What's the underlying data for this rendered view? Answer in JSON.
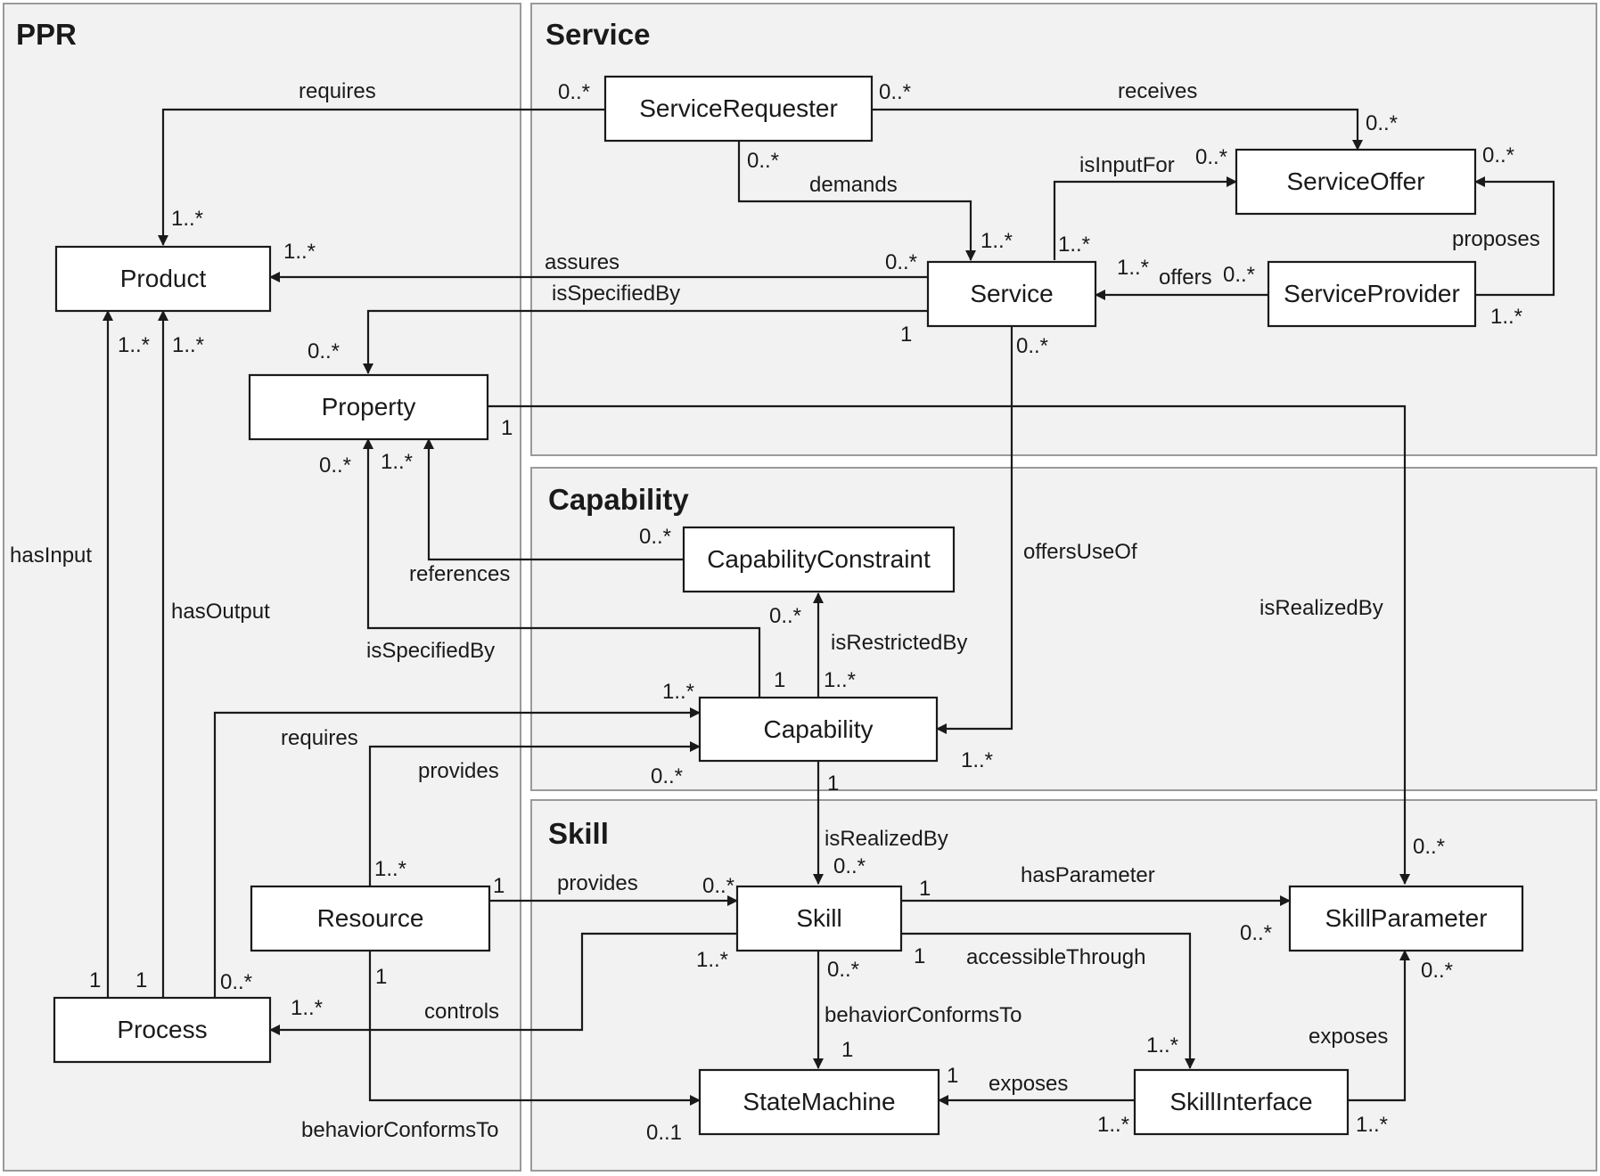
{
  "packages": {
    "ppr": "PPR",
    "service": "Service",
    "capability": "Capability",
    "skill": "Skill"
  },
  "classes": {
    "service_requester": "ServiceRequester",
    "service_offer": "ServiceOffer",
    "service": "Service",
    "service_provider": "ServiceProvider",
    "product": "Product",
    "property": "Property",
    "capability_constraint": "CapabilityConstraint",
    "capability": "Capability",
    "resource": "Resource",
    "skill": "Skill",
    "skill_parameter": "SkillParameter",
    "process": "Process",
    "state_machine": "StateMachine",
    "skill_interface": "SkillInterface"
  },
  "associations": {
    "requester_requires_product": {
      "label": "requires",
      "source_mult": "0..*",
      "target_mult": "1..*"
    },
    "requester_receives_offer": {
      "label": "receives",
      "source_mult": "0..*",
      "target_mult": "0..*"
    },
    "requester_demands_service": {
      "label": "demands",
      "source_mult": "0..*",
      "target_mult": "1..*"
    },
    "service_is_input_for_offer": {
      "label": "isInputFor",
      "source_mult": "1..*",
      "target_mult": "0..*"
    },
    "provider_proposes_offer": {
      "label": "proposes",
      "source_mult": "1..*",
      "target_mult": "0..*"
    },
    "provider_offers_service": {
      "label": "offers",
      "source_mult": "0..*",
      "target_mult": "1..*"
    },
    "service_assures_product": {
      "label": "assures",
      "source_mult": "0..*",
      "target_mult": "1..*"
    },
    "service_specified_by_property": {
      "label": "isSpecifiedBy",
      "source_mult": "1",
      "target_mult": "0..*"
    },
    "service_offers_use_of_capability": {
      "label": "offersUseOf",
      "source_mult": "0..*",
      "target_mult": "1..*"
    },
    "property_realized_by_parameter": {
      "label": "isRealizedBy",
      "source_mult": "1",
      "target_mult": "0..*"
    },
    "constraint_references_property": {
      "label": "references",
      "source_mult": "0..*",
      "target_mult": "1..*"
    },
    "capability_specified_by_property": {
      "label": "isSpecifiedBy",
      "source_mult": "1",
      "target_mult": "0..*"
    },
    "capability_restricted_by_constraint": {
      "label": "isRestrictedBy",
      "source_mult": "1..*",
      "target_mult": "0..*"
    },
    "process_requires_capability": {
      "label": "requires",
      "source_mult": "0..*",
      "target_mult": "1..*"
    },
    "resource_provides_capability": {
      "label": "provides",
      "source_mult": "1..*",
      "target_mult": "0..*"
    },
    "capability_realized_by_skill": {
      "label": "isRealizedBy",
      "source_mult": "1",
      "target_mult": "0..*"
    },
    "resource_provides_skill": {
      "label": "provides",
      "source_mult": "1",
      "target_mult": "0..*"
    },
    "skill_has_parameter": {
      "label": "hasParameter",
      "source_mult": "1",
      "target_mult": "0..*"
    },
    "skill_accessible_through_interface": {
      "label": "accessibleThrough",
      "source_mult": "1",
      "target_mult": "1..*"
    },
    "skill_controls_process": {
      "label": "controls",
      "source_mult": "1..*",
      "target_mult": "1..*"
    },
    "skill_behavior_state_machine": {
      "label": "behaviorConformsTo",
      "source_mult": "0..*",
      "target_mult": "1"
    },
    "resource_behavior_state_machine": {
      "label": "behaviorConformsTo",
      "source_mult": "1",
      "target_mult": "0..1"
    },
    "interface_exposes_state_machine": {
      "label": "exposes",
      "source_mult": "1..*",
      "target_mult": "1"
    },
    "interface_exposes_parameter": {
      "label": "exposes",
      "source_mult": "1..*",
      "target_mult": "0..*"
    },
    "process_has_input_product": {
      "label": "hasInput",
      "source_mult": "1",
      "target_mult": "1..*"
    },
    "process_has_output_product": {
      "label": "hasOutput",
      "source_mult": "1",
      "target_mult": "1..*"
    }
  }
}
